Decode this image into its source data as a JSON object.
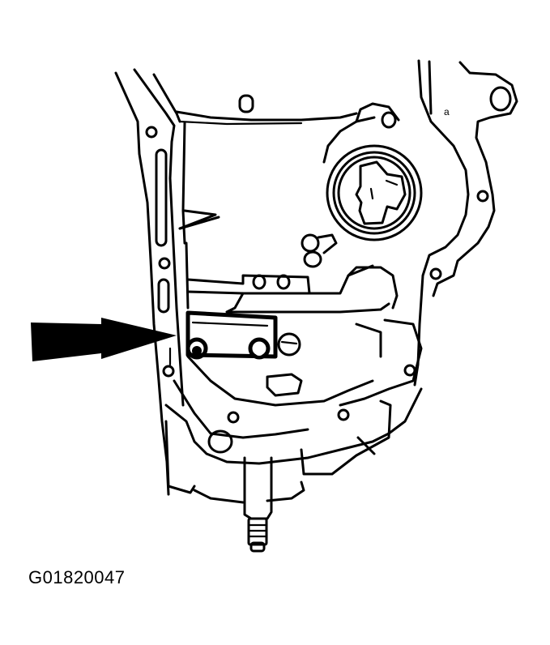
{
  "figure": {
    "caption": "G01820047",
    "description": "Engine front cover / oil pan area line illustration with arrow pointing to bracket held by two bolts",
    "colors": {
      "background": "#ffffff",
      "line": "#000000"
    },
    "callouts": [
      {
        "type": "arrow",
        "direction": "right",
        "target": "bracket-with-two-bolts"
      }
    ]
  }
}
